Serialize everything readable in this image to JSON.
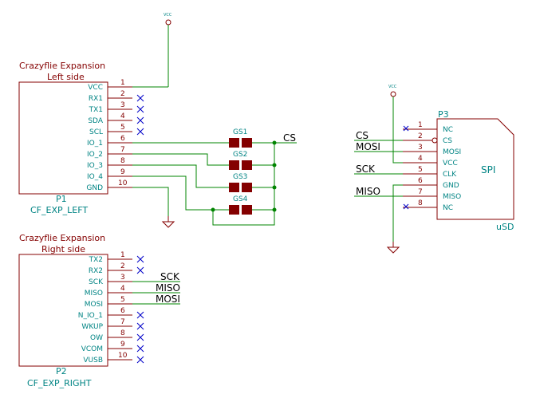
{
  "P1": {
    "title_line1": "Crazyflie Expansion",
    "title_line2": "Left side",
    "ref": "P1",
    "value": "CF_EXP_LEFT",
    "pins": [
      {
        "num": "1",
        "name": "VCC"
      },
      {
        "num": "2",
        "name": "RX1"
      },
      {
        "num": "3",
        "name": "TX1"
      },
      {
        "num": "4",
        "name": "SDA"
      },
      {
        "num": "5",
        "name": "SCL"
      },
      {
        "num": "6",
        "name": "IO_1"
      },
      {
        "num": "7",
        "name": "IO_2"
      },
      {
        "num": "8",
        "name": "IO_3"
      },
      {
        "num": "9",
        "name": "IO_4"
      },
      {
        "num": "10",
        "name": "GND"
      }
    ]
  },
  "P2": {
    "title_line1": "Crazyflie Expansion",
    "title_line2": "Right side",
    "ref": "P2",
    "value": "CF_EXP_RIGHT",
    "pins": [
      {
        "num": "1",
        "name": "TX2"
      },
      {
        "num": "2",
        "name": "RX2"
      },
      {
        "num": "3",
        "name": "SCK"
      },
      {
        "num": "4",
        "name": "MISO"
      },
      {
        "num": "5",
        "name": "MOSI"
      },
      {
        "num": "6",
        "name": "N_IO_1"
      },
      {
        "num": "7",
        "name": "WKUP"
      },
      {
        "num": "8",
        "name": "OW"
      },
      {
        "num": "9",
        "name": "VCOM"
      },
      {
        "num": "10",
        "name": "VUSB"
      }
    ]
  },
  "P3": {
    "ref": "P3",
    "value": "uSD",
    "body_label": "SPI",
    "pins": [
      {
        "num": "1",
        "name": "NC"
      },
      {
        "num": "2",
        "name": "CS"
      },
      {
        "num": "3",
        "name": "MOSI"
      },
      {
        "num": "4",
        "name": "VCC"
      },
      {
        "num": "5",
        "name": "CLK"
      },
      {
        "num": "6",
        "name": "GND"
      },
      {
        "num": "7",
        "name": "MISO"
      },
      {
        "num": "8",
        "name": "NC"
      }
    ]
  },
  "solder_jumpers": [
    "GS1",
    "GS2",
    "GS3",
    "GS4"
  ],
  "power": {
    "vcc_top": "VCC",
    "vcc_right": "VCC"
  },
  "nets": {
    "cs_p1": "CS",
    "sck_p2": "SCK",
    "miso_p2": "MISO",
    "mosi_p2": "MOSI",
    "cs_p3": "CS",
    "mosi_p3": "MOSI",
    "sck_p3": "SCK",
    "miso_p3": "MISO"
  },
  "colors": {
    "component": "#840000",
    "pin_text": "#008484",
    "wire": "#008400",
    "no_connect": "#0000c8",
    "jumper_pad": "#840000"
  }
}
